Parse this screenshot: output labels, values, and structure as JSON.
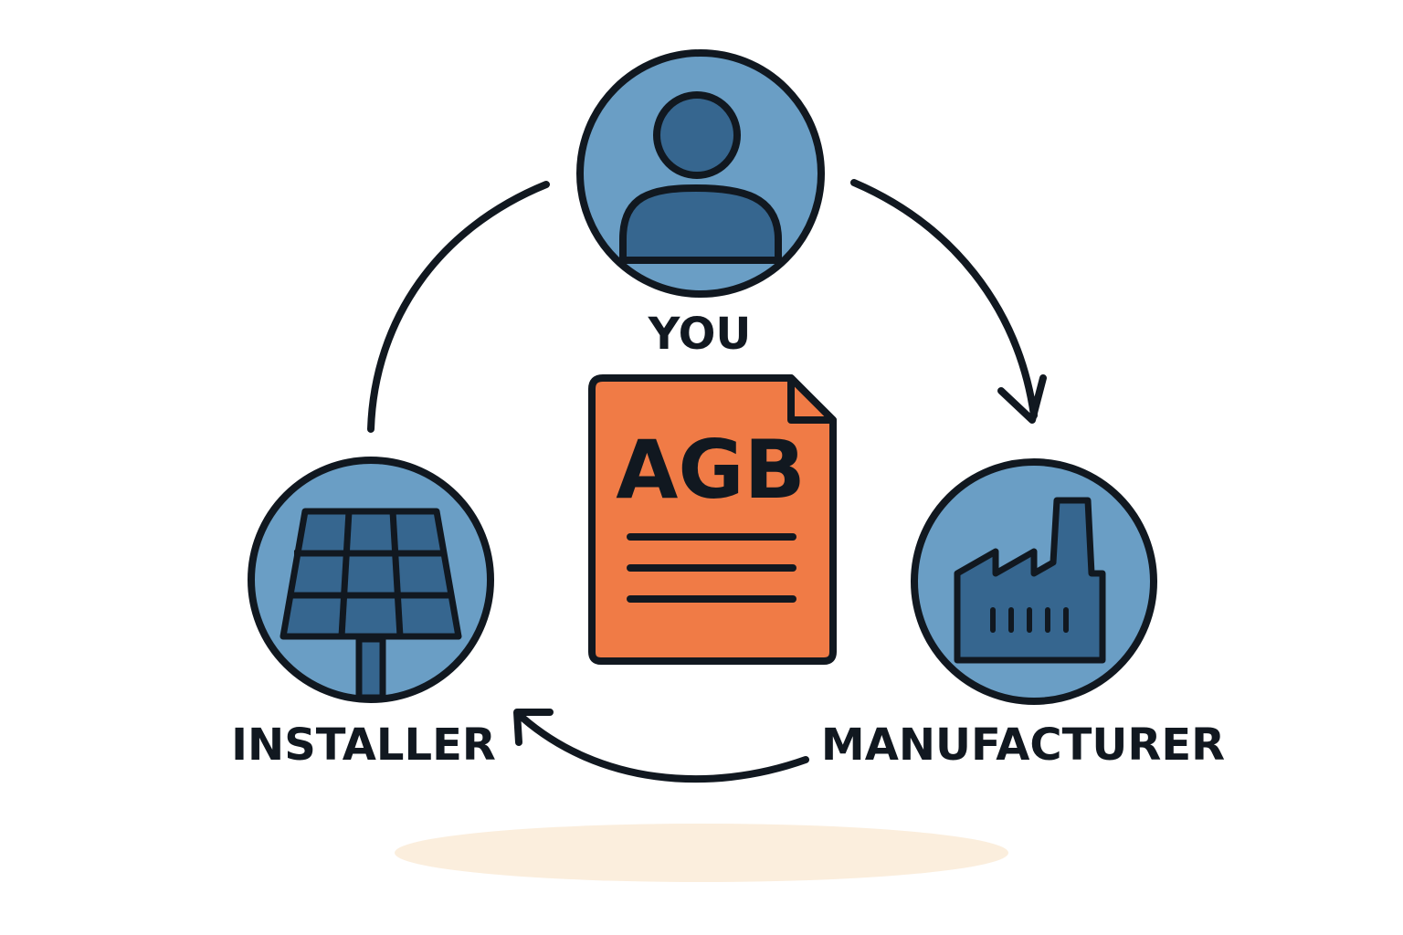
{
  "nodes": {
    "you": {
      "label": "YOU",
      "icon": "person-icon"
    },
    "installer": {
      "label": "INSTALLER",
      "icon": "solar-panel-icon"
    },
    "manufacturer": {
      "label": "MANUFACTURER",
      "icon": "factory-icon"
    }
  },
  "document": {
    "title": "AGB",
    "icon": "document-icon"
  },
  "colors": {
    "circle_fill": "#6a9ec5",
    "icon_fill": "#36668f",
    "outline": "#111820",
    "document_fill": "#f07b46",
    "shadow": "#fbeedd"
  }
}
